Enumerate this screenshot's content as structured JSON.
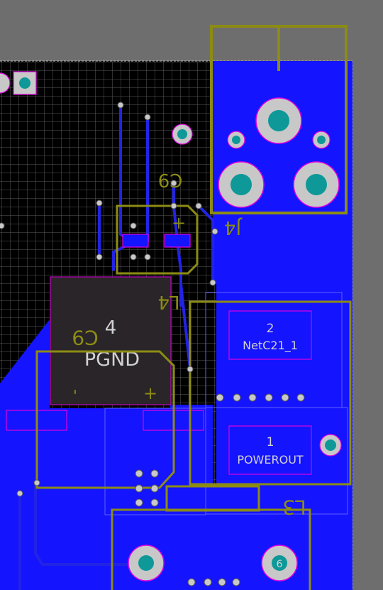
{
  "colors": {
    "background": "#6e6e6e",
    "board_black": "#000000",
    "grid": "#5a5a5a",
    "copper_pour": "#1414ff",
    "trace": "#2323e6",
    "silkscreen": "#8c8c14",
    "pad_gray": "#c8c8c8",
    "drill_teal": "#0e9898",
    "pad_outline": "#e000e0",
    "component_fill": "#2a2528",
    "text_white": "#d2d2d2"
  },
  "pads": {
    "pad4_number": "4",
    "pad4_net": "PGND",
    "pad2_number": "2",
    "pad2_net": "NetC21_1",
    "pad1_number": "1",
    "pad1_net": "POWEROUT",
    "via6_number": "6"
  },
  "silkscreen": {
    "c9_designator": "C9",
    "c9_plus": "+",
    "c9_minus": "-",
    "c9_top_designator": "C9",
    "plus_mark": "+",
    "j4_designator": "J4",
    "l4_designator": "L4",
    "l3_designator": "L3"
  }
}
